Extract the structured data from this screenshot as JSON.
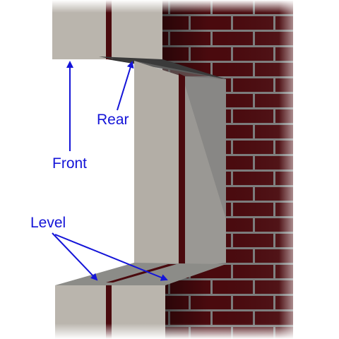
{
  "labels": {
    "front": "Front",
    "rear": "Rear",
    "level": "Level"
  },
  "colors": {
    "label_text": "#1414d8",
    "arrow": "#1414d8",
    "brick": "#4a0a0e",
    "mortar": "#7c7c7c",
    "block_face": "#bab5ad",
    "block_top": "#8c8c88",
    "reveal_dark": "#2a2a2a"
  }
}
